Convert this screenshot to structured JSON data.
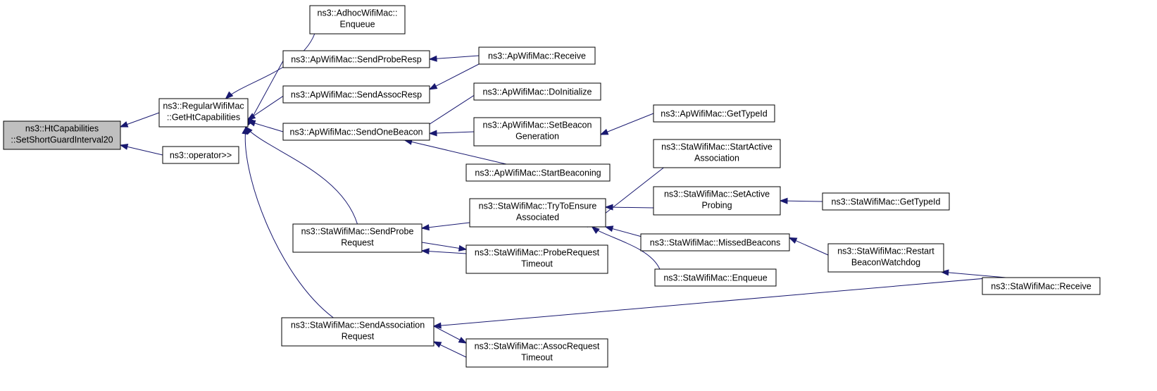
{
  "colors": {
    "edge": "#191970",
    "root_fill": "#bfbfbf",
    "node_fill": "#ffffff",
    "border": "#000000"
  },
  "nodes": {
    "root": [
      "ns3::HtCapabilities",
      "::SetShortGuardInterval20"
    ],
    "regular_get_ht": [
      "ns3::RegularWifiMac",
      "::GetHtCapabilities"
    ],
    "operator_shift": [
      "ns3::operator>>"
    ],
    "adhoc_enqueue": [
      "ns3::AdhocWifiMac::",
      "Enqueue"
    ],
    "ap_send_probe_resp": [
      "ns3::ApWifiMac::SendProbeResp"
    ],
    "ap_send_assoc_resp": [
      "ns3::ApWifiMac::SendAssocResp"
    ],
    "ap_send_one_beacon": [
      "ns3::ApWifiMac::SendOneBeacon"
    ],
    "ap_receive": [
      "ns3::ApWifiMac::Receive"
    ],
    "ap_do_initialize": [
      "ns3::ApWifiMac::DoInitialize"
    ],
    "ap_set_beacon_gen": [
      "ns3::ApWifiMac::SetBeacon",
      "Generation"
    ],
    "ap_get_type_id": [
      "ns3::ApWifiMac::GetTypeId"
    ],
    "ap_start_beaconing": [
      "ns3::ApWifiMac::StartBeaconing"
    ],
    "sta_send_probe_req": [
      "ns3::StaWifiMac::SendProbe",
      "Request"
    ],
    "sta_try_ensure": [
      "ns3::StaWifiMac::TryToEnsure",
      "Associated"
    ],
    "sta_start_active_assoc": [
      "ns3::StaWifiMac::StartActive",
      "Association"
    ],
    "sta_set_active_probing": [
      "ns3::StaWifiMac::SetActive",
      "Probing"
    ],
    "sta_get_type_id": [
      "ns3::StaWifiMac::GetTypeId"
    ],
    "sta_missed_beacons": [
      "ns3::StaWifiMac::MissedBeacons"
    ],
    "sta_restart_watchdog": [
      "ns3::StaWifiMac::Restart",
      "BeaconWatchdog"
    ],
    "sta_enqueue": [
      "ns3::StaWifiMac::Enqueue"
    ],
    "sta_receive": [
      "ns3::StaWifiMac::Receive"
    ],
    "sta_probe_req_timeout": [
      "ns3::StaWifiMac::ProbeRequest",
      "Timeout"
    ],
    "sta_send_assoc_req": [
      "ns3::StaWifiMac::SendAssociation",
      "Request"
    ],
    "sta_assoc_req_timeout": [
      "ns3::StaWifiMac::AssocRequest",
      "Timeout"
    ]
  },
  "edges": [
    {
      "from": "regular_get_ht",
      "to": "root"
    },
    {
      "from": "operator_shift",
      "to": "root"
    },
    {
      "from": "adhoc_enqueue",
      "to": "regular_get_ht"
    },
    {
      "from": "ap_send_probe_resp",
      "to": "regular_get_ht"
    },
    {
      "from": "ap_send_assoc_resp",
      "to": "regular_get_ht"
    },
    {
      "from": "ap_send_one_beacon",
      "to": "regular_get_ht"
    },
    {
      "from": "sta_send_probe_req",
      "to": "regular_get_ht"
    },
    {
      "from": "sta_send_assoc_req",
      "to": "regular_get_ht"
    },
    {
      "from": "ap_receive",
      "to": "ap_send_probe_resp"
    },
    {
      "from": "ap_receive",
      "to": "ap_send_assoc_resp"
    },
    {
      "from": "ap_do_initialize",
      "to": "ap_send_one_beacon"
    },
    {
      "from": "ap_set_beacon_gen",
      "to": "ap_send_one_beacon"
    },
    {
      "from": "ap_start_beaconing",
      "to": "ap_send_one_beacon"
    },
    {
      "from": "ap_get_type_id",
      "to": "ap_set_beacon_gen"
    },
    {
      "from": "sta_try_ensure",
      "to": "sta_send_probe_req"
    },
    {
      "from": "sta_probe_req_timeout",
      "to": "sta_send_probe_req"
    },
    {
      "from": "sta_send_probe_req",
      "to": "sta_probe_req_timeout"
    },
    {
      "from": "sta_start_active_assoc",
      "to": "sta_try_ensure"
    },
    {
      "from": "sta_set_active_probing",
      "to": "sta_try_ensure"
    },
    {
      "from": "sta_missed_beacons",
      "to": "sta_try_ensure"
    },
    {
      "from": "sta_enqueue",
      "to": "sta_try_ensure"
    },
    {
      "from": "sta_get_type_id",
      "to": "sta_set_active_probing"
    },
    {
      "from": "sta_restart_watchdog",
      "to": "sta_missed_beacons"
    },
    {
      "from": "sta_receive",
      "to": "sta_restart_watchdog"
    },
    {
      "from": "sta_receive",
      "to": "sta_send_assoc_req"
    },
    {
      "from": "sta_assoc_req_timeout",
      "to": "sta_send_assoc_req"
    },
    {
      "from": "sta_send_assoc_req",
      "to": "sta_assoc_req_timeout"
    }
  ]
}
